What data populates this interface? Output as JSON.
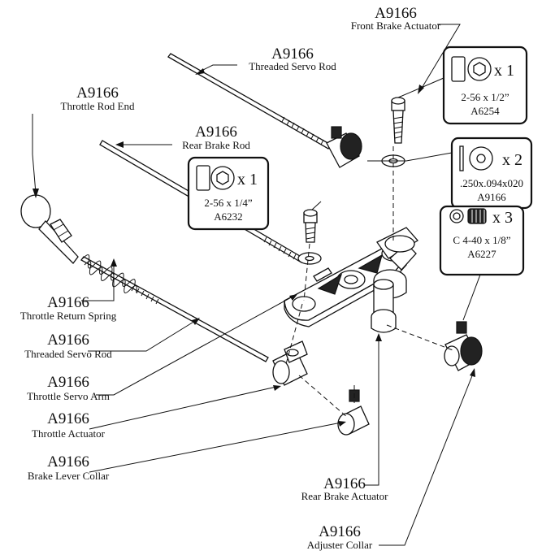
{
  "labels": {
    "front_brake_actuator": {
      "pn": "A9166",
      "name": "Front Brake Actuator"
    },
    "threaded_servo_rod_top": {
      "pn": "A9166",
      "name": "Threaded Servo Rod"
    },
    "throttle_rod_end": {
      "pn": "A9166",
      "name": "Throttle Rod End"
    },
    "rear_brake_rod": {
      "pn": "A9166",
      "name": "Rear Brake Rod"
    },
    "throttle_return_spring": {
      "pn": "A9166",
      "name": "Throttle Return Spring"
    },
    "threaded_servo_rod_left": {
      "pn": "A9166",
      "name": "Threaded Servo Rod"
    },
    "throttle_servo_arm": {
      "pn": "A9166",
      "name": "Throttle Servo Arm"
    },
    "throttle_actuator": {
      "pn": "A9166",
      "name": "Throttle Actuator"
    },
    "brake_lever_collar": {
      "pn": "A9166",
      "name": "Brake Lever Collar"
    },
    "rear_brake_actuator": {
      "pn": "A9166",
      "name": "Rear Brake Actuator"
    },
    "adjuster_collar": {
      "pn": "A9166",
      "name": "Adjuster Collar"
    }
  },
  "callouts": {
    "screw_half": {
      "qty": "x 1",
      "size": "2-56 x 1/2”",
      "pn": "A6254"
    },
    "washer": {
      "qty": "x 2",
      "size": ".250x.094x020",
      "pn": "A9166"
    },
    "screw_quarter": {
      "qty": "x 1",
      "size": "2-56 x 1/4”",
      "pn": "A6232"
    },
    "set_screw": {
      "qty": "x 3",
      "size": "C 4-40 x 1/8”",
      "pn": "A6227"
    }
  }
}
